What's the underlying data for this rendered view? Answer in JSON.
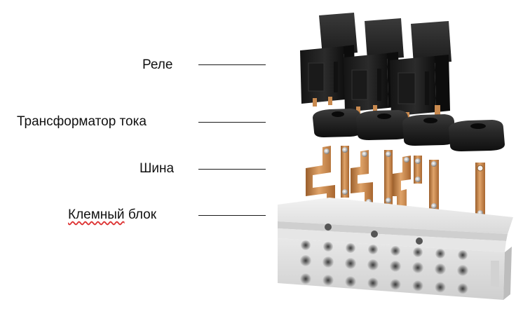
{
  "labels": {
    "relay": "Реле",
    "current_transformer": "Трансформатор тока",
    "busbar": "Шина",
    "terminal_block_word1": "Клемный",
    "terminal_block_word2": " блок"
  },
  "colors": {
    "relay_body": "#1e1e1e",
    "transformer_body": "#262626",
    "copper": "#c98a4f",
    "terminal_housing": "#e4e4e4",
    "leader_line": "#1a1a1a"
  }
}
